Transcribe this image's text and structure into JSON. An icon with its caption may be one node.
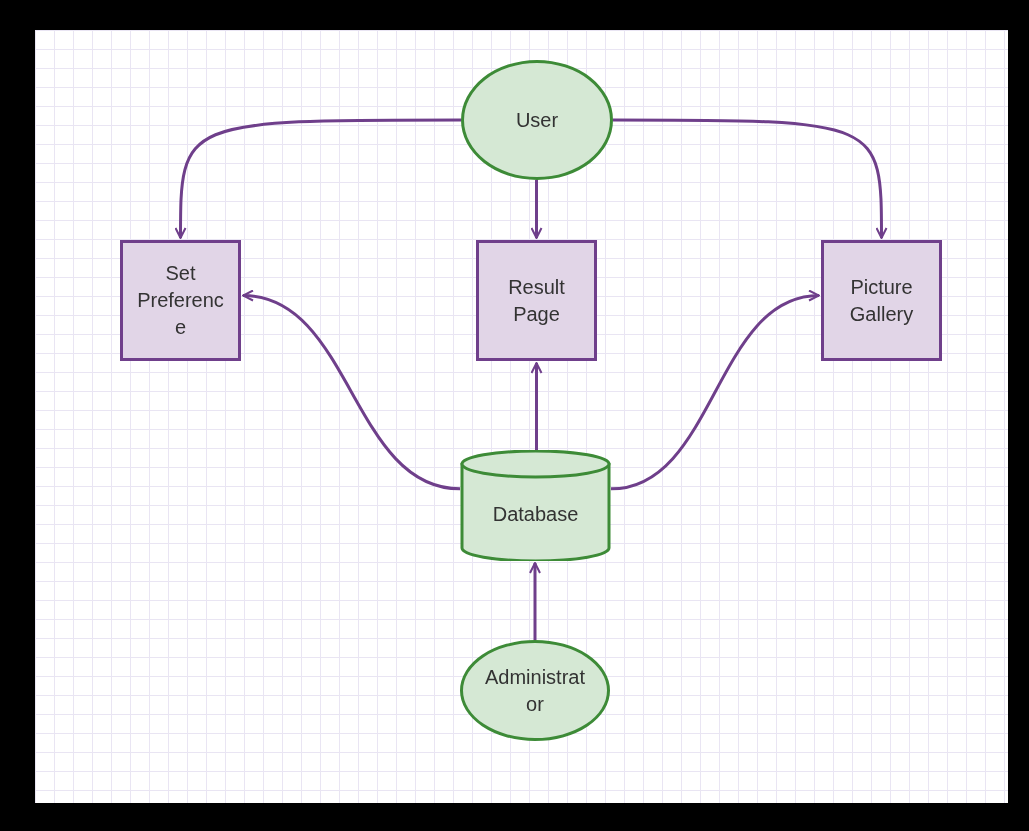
{
  "diagram": {
    "nodes": [
      {
        "text": [
          "User"
        ]
      },
      {
        "text": [
          "Set Preferenc e"
        ]
      },
      {
        "text": [
          "Result Page"
        ]
      },
      {
        "text": [
          "Picture Gallery"
        ]
      },
      {
        "text": [
          "Database"
        ]
      },
      {
        "text": [
          "Administrat or"
        ]
      }
    ],
    "edges": [
      {
        "from": 0,
        "to": 1,
        "arrow": "to"
      },
      {
        "from": 0,
        "to": 2,
        "arrow": "to"
      },
      {
        "from": 0,
        "to": 3,
        "arrow": "to"
      },
      {
        "from": 4,
        "to": 1,
        "arrow": "to"
      },
      {
        "from": 4,
        "to": 2,
        "arrow": "to"
      },
      {
        "from": 4,
        "to": 3,
        "arrow": "to"
      },
      {
        "from": 5,
        "to": 4,
        "arrow": "to"
      }
    ]
  }
}
